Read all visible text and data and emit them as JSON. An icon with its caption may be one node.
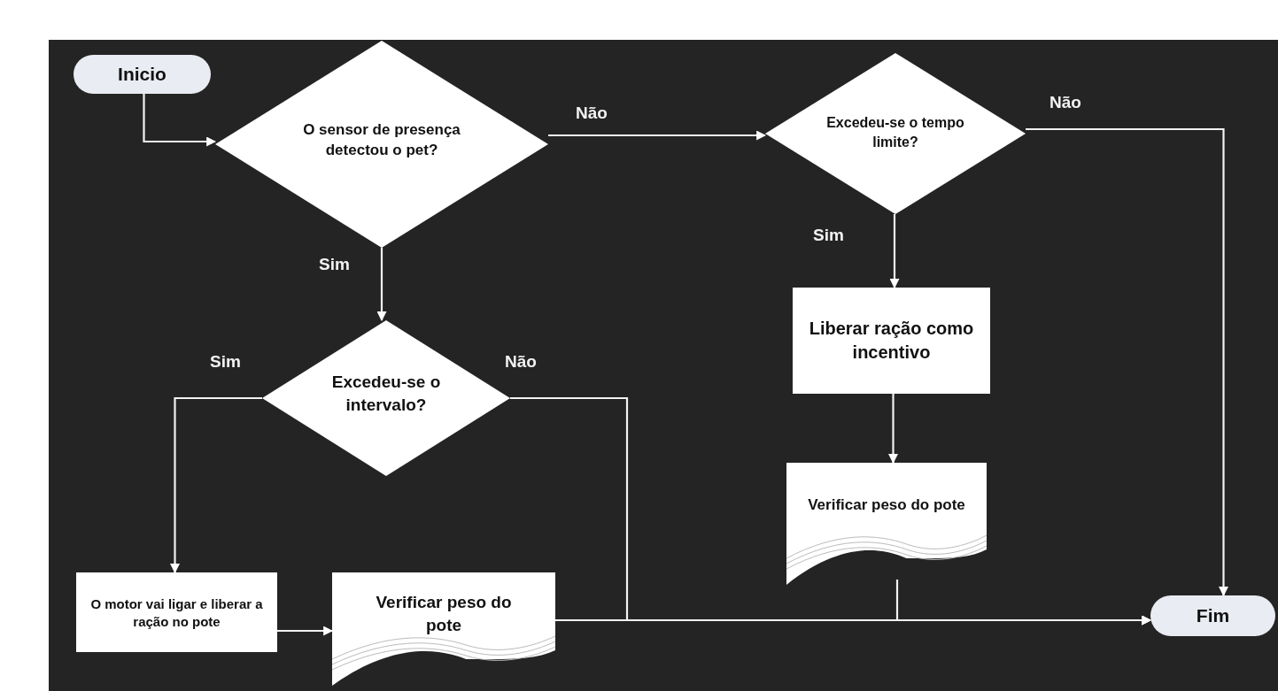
{
  "diagram": {
    "nodes": [
      {
        "text": [
          "Inicio"
        ]
      },
      {
        "text": [
          "O sensor de presença detectou o pet?"
        ]
      },
      {
        "text": [
          "Excedeu-se o tempo limite?"
        ]
      },
      {
        "text": [
          "Excedeu-se o intervalo?"
        ]
      },
      {
        "text": [
          "Liberar ração como incentivo"
        ]
      },
      {
        "text": [
          "O motor vai ligar e liberar a ração no pote"
        ]
      },
      {
        "text": [
          "Verificar peso do pote"
        ]
      },
      {
        "text": [
          "Verificar peso do pote"
        ]
      },
      {
        "text": [
          "Fim"
        ]
      }
    ],
    "edges": [
      {
        "from": 0,
        "to": 1,
        "arrow": "to"
      },
      {
        "from": 1,
        "to": 2,
        "arrow": "to",
        "label": "Não"
      },
      {
        "from": 1,
        "to": 3,
        "arrow": "to",
        "label": "Sim"
      },
      {
        "from": 2,
        "to": 8,
        "arrow": "to",
        "label": "Não"
      },
      {
        "from": 2,
        "to": 4,
        "arrow": "to",
        "label": "Sim"
      },
      {
        "from": 3,
        "to": 5,
        "arrow": "to",
        "label": "Sim"
      },
      {
        "from": 3,
        "to": 8,
        "arrow": "to",
        "label": "Não"
      },
      {
        "from": 5,
        "to": 6,
        "arrow": "to"
      },
      {
        "from": 6,
        "to": 8,
        "arrow": "to"
      },
      {
        "from": 4,
        "to": 7,
        "arrow": "to"
      },
      {
        "from": 7,
        "to": 8,
        "arrow": "to"
      }
    ]
  }
}
